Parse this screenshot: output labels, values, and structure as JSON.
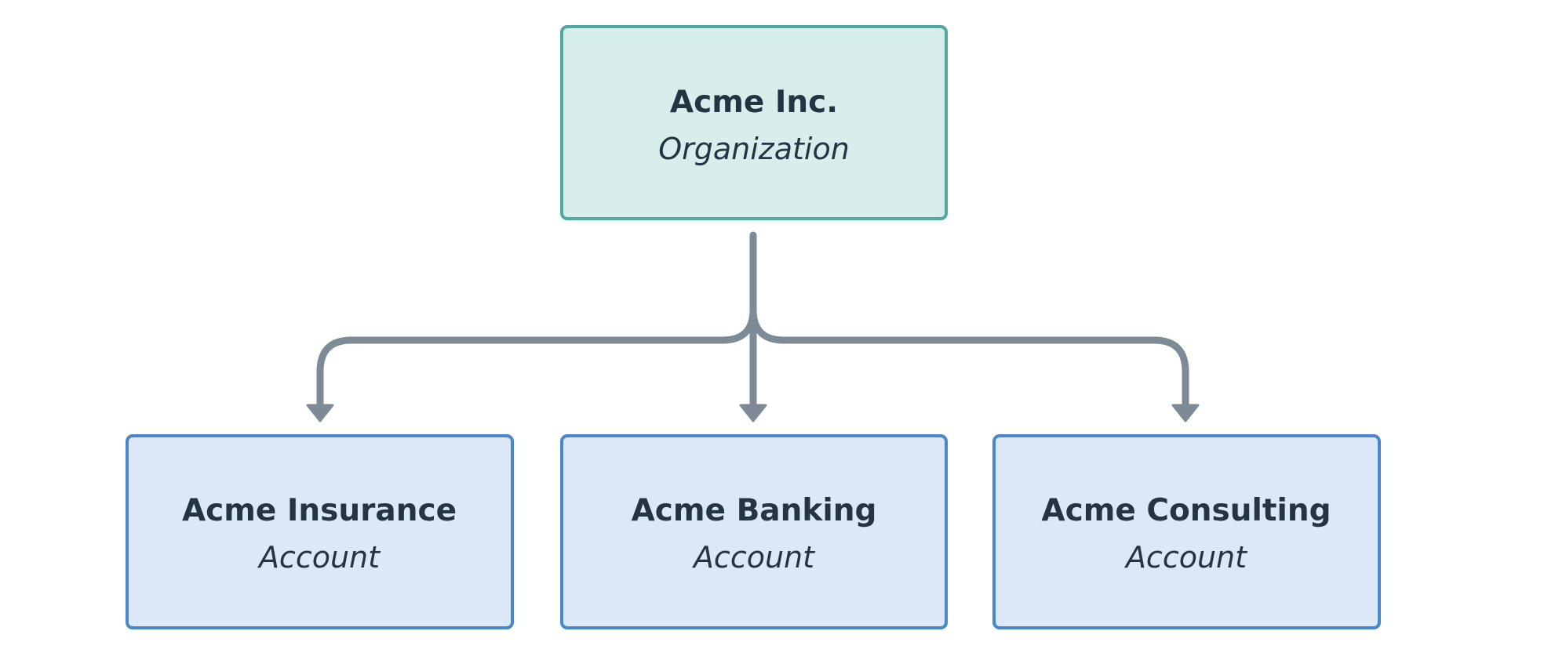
{
  "colors": {
    "org_fill": "#d8eeec",
    "org_stroke": "#4fa9a0",
    "account_fill": "#dce8f7",
    "account_stroke": "#4a86cc",
    "connector": "#7f8a97",
    "text": "#243443"
  },
  "organization": {
    "name": "Acme Inc.",
    "type": "Organization"
  },
  "accounts": [
    {
      "name": "Acme Insurance",
      "type": "Account"
    },
    {
      "name": "Acme Banking",
      "type": "Account"
    },
    {
      "name": "Acme Consulting",
      "type": "Account"
    }
  ]
}
